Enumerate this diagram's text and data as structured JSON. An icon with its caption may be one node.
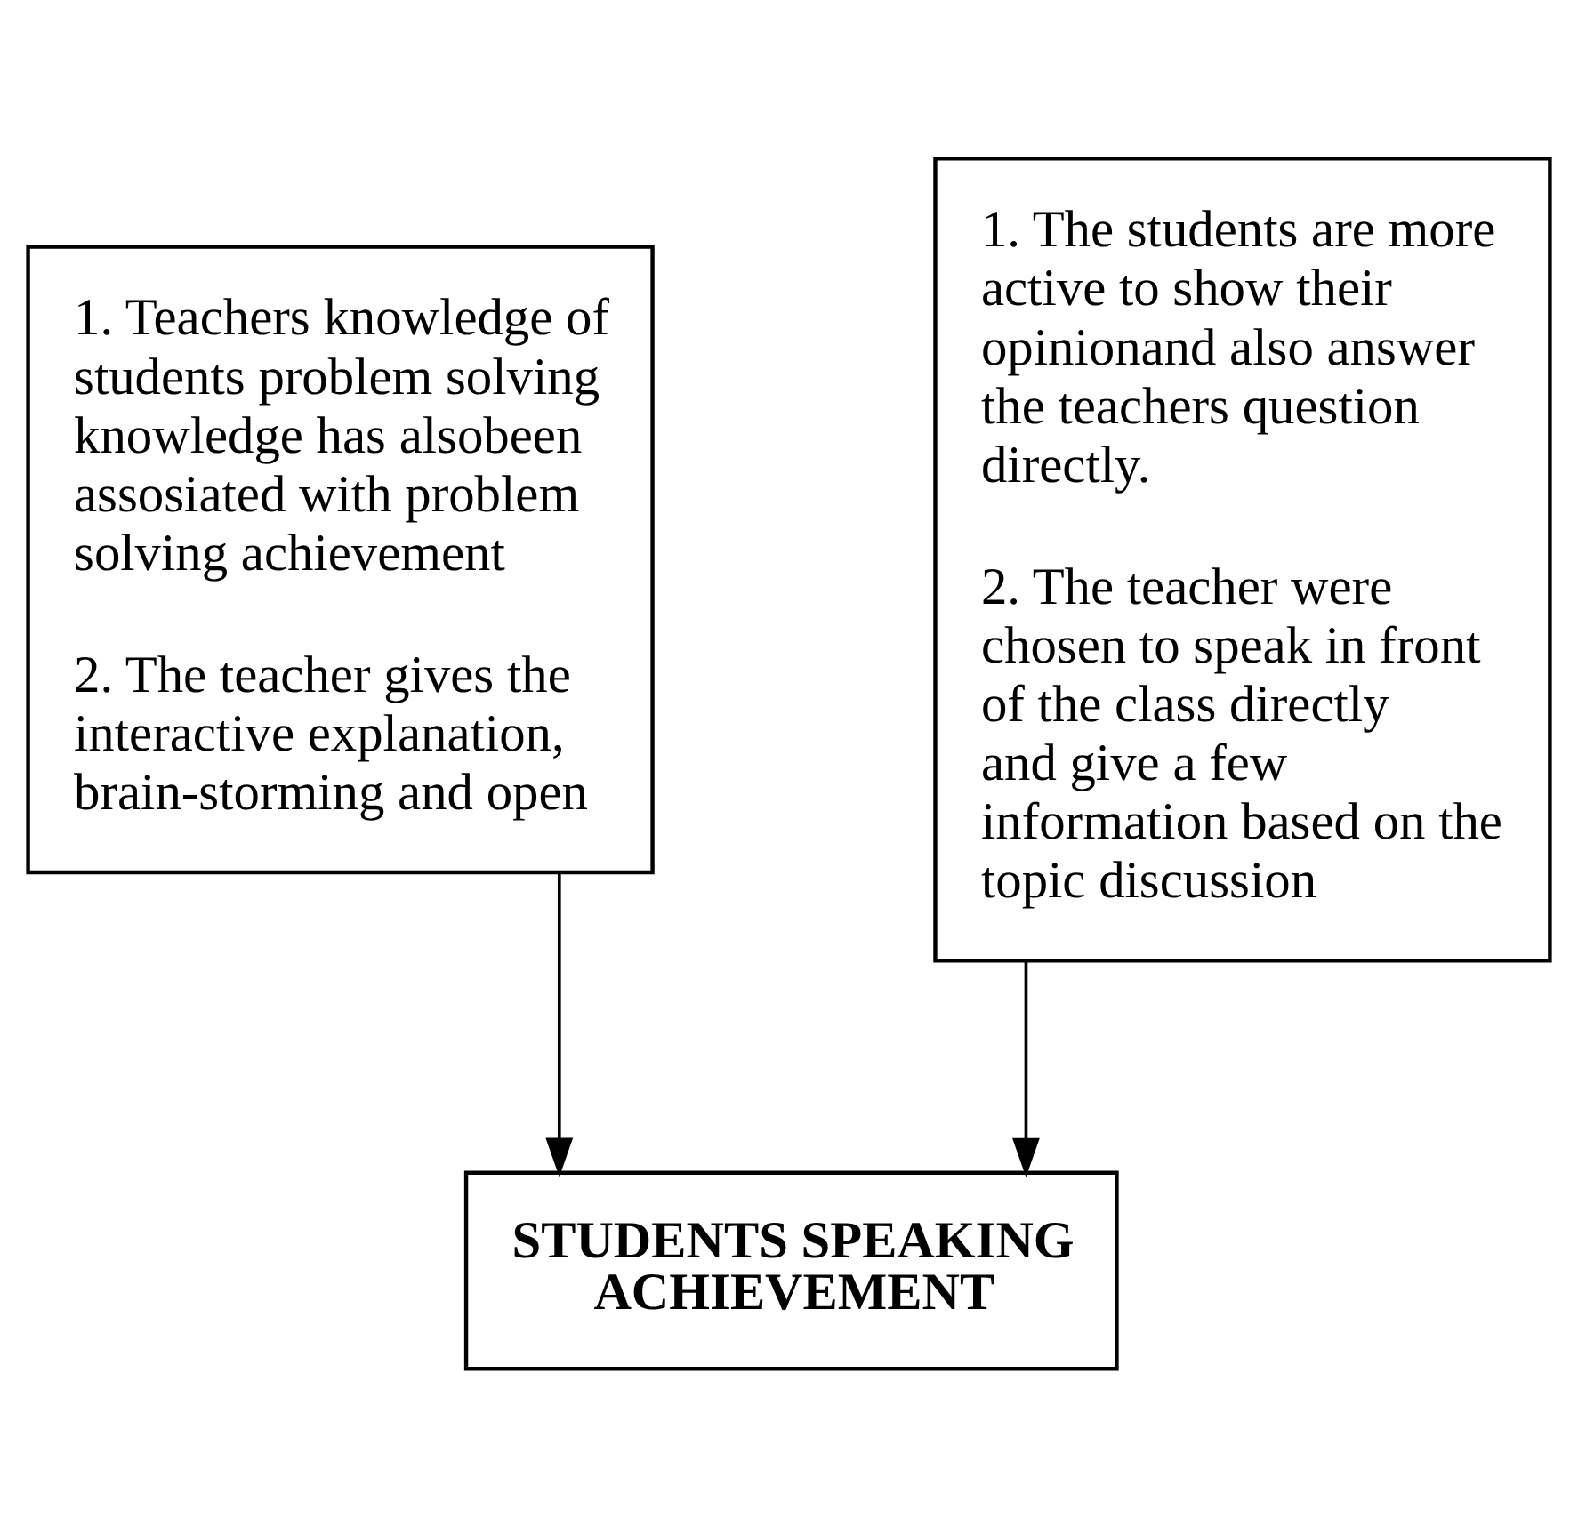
{
  "diagram": {
    "nodes": [
      {
        "text": [
          "1. Teachers knowledge of students problem solving knowledge has alsobeen assosiated with problem solving achievement",
          "2. The teacher gives the interactive explanation, brain-storming and open"
        ]
      },
      {
        "text": [
          "1. The students are more active to show their opinionand also answer the teachers question directly.",
          "2. The teacher were chosen to speak in front of the class directly and give a few information based on the topic discussion"
        ]
      },
      {
        "text": [
          "STUDENTS SPEAKING ACHIEVEMENT"
        ]
      }
    ],
    "edges": [
      {
        "from": 0,
        "to": 2,
        "arrow": "to"
      },
      {
        "from": 1,
        "to": 2,
        "arrow": "to"
      }
    ]
  }
}
